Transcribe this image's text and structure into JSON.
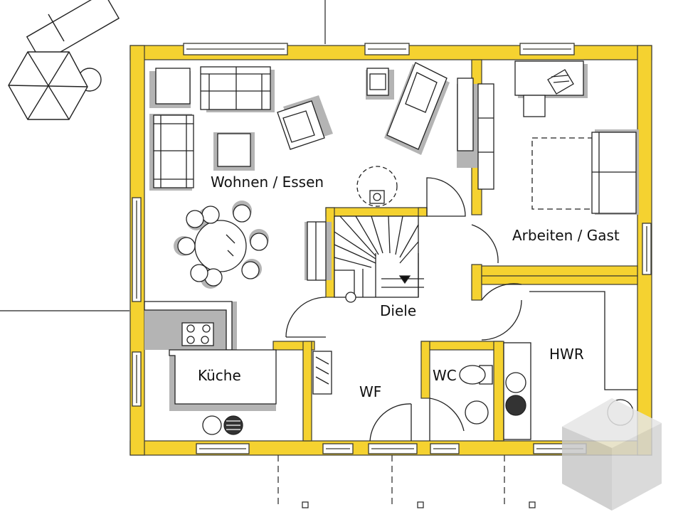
{
  "plan": {
    "colors": {
      "wall": "#f5d230",
      "wall_edge": "#3a3a30",
      "furniture": "#222222",
      "shadow": "#b4b4b4",
      "logo": "#d4d4d4"
    },
    "rooms": {
      "wohnen": "Wohnen / Essen",
      "arbeiten": "Arbeiten / Gast",
      "diele": "Diele",
      "hwr": "HWR",
      "kueche": "Küche",
      "wc": "WC",
      "wf": "WF"
    },
    "icons": [
      "sun-lounger-icon",
      "parasol-icon",
      "stair-direction-arrow-icon",
      "watermark-logo-icon"
    ]
  }
}
